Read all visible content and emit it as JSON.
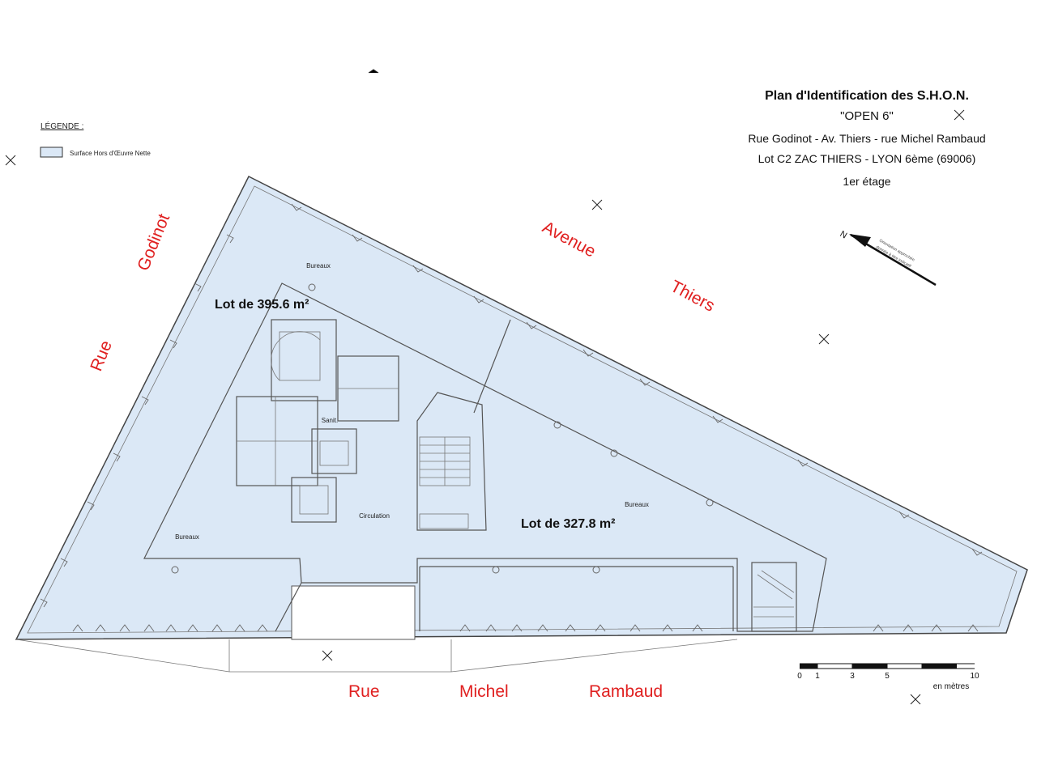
{
  "title": {
    "line1": "Plan d'Identification des S.H.O.N.",
    "line2": "\"OPEN 6\"",
    "line3": "Rue Godinot - Av. Thiers - rue Michel Rambaud",
    "line4": "Lot C2 ZAC THIERS - LYON 6ème (69006)",
    "line5": "1er étage"
  },
  "legend": {
    "heading": "LÉGENDE :",
    "item": "Surface Hors d'Œuvre Nette",
    "swatch_color": "#dbe8f6"
  },
  "streets": {
    "rue_godinot_1": "Rue",
    "rue_godinot_2": "Godinot",
    "avenue_thiers_1": "Avenue",
    "avenue_thiers_2": "Thiers",
    "rue_michel_1": "Rue",
    "rue_michel_2": "Michel",
    "rue_michel_3": "Rambaud"
  },
  "rooms": {
    "bureaux_top": "Bureaux",
    "bureaux_left": "Bureaux",
    "bureaux_right": "Bureaux",
    "sanit": "Sanit.",
    "circulation": "Circulation"
  },
  "lots": {
    "lot_left": "Lot de 395.6 m²",
    "lot_right": "Lot de 327.8 m²"
  },
  "north": {
    "letter": "N",
    "note_1": "Orientation approchée",
    "note_2": "donnée à titre indicatif"
  },
  "scale": {
    "ticks": [
      "0",
      "1",
      "3",
      "5",
      "10"
    ],
    "unit": "en mètres"
  },
  "colors": {
    "floor_fill": "#dbe8f6",
    "street_label": "#e02020"
  }
}
